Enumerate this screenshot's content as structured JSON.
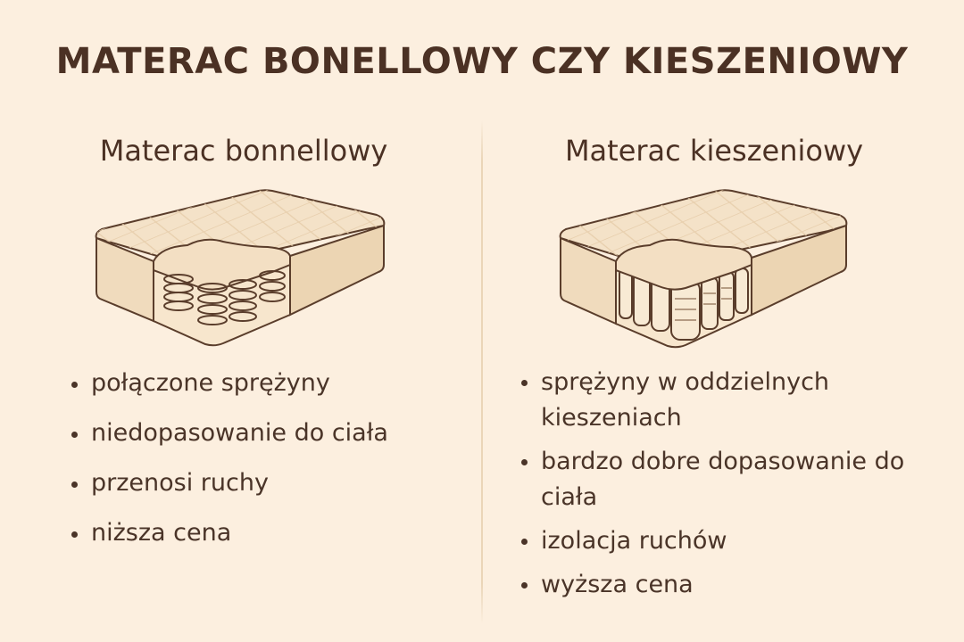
{
  "title": "MATERAC BONELLOWY CZY KIESZENIOWY",
  "colors": {
    "background": "#fcefdf",
    "text": "#4a3428",
    "mattress_fill": "#f3dfc3",
    "mattress_outline": "#5a3d2b",
    "divider": "#ead5b8"
  },
  "columns": [
    {
      "heading": "Materac bonnellowy",
      "illustration": "bonnell-spring-mattress-cutaway",
      "features": [
        "połączone sprężyny",
        "niedopasowanie do ciała",
        "przenosi ruchy",
        "niższa cena"
      ]
    },
    {
      "heading": "Materac kieszeniowy",
      "illustration": "pocket-spring-mattress-cutaway",
      "features": [
        "sprężyny w oddzielnych kieszeniach",
        "bardzo dobre dopasowanie do ciała",
        "izolacja ruchów",
        "wyższa cena"
      ]
    }
  ]
}
